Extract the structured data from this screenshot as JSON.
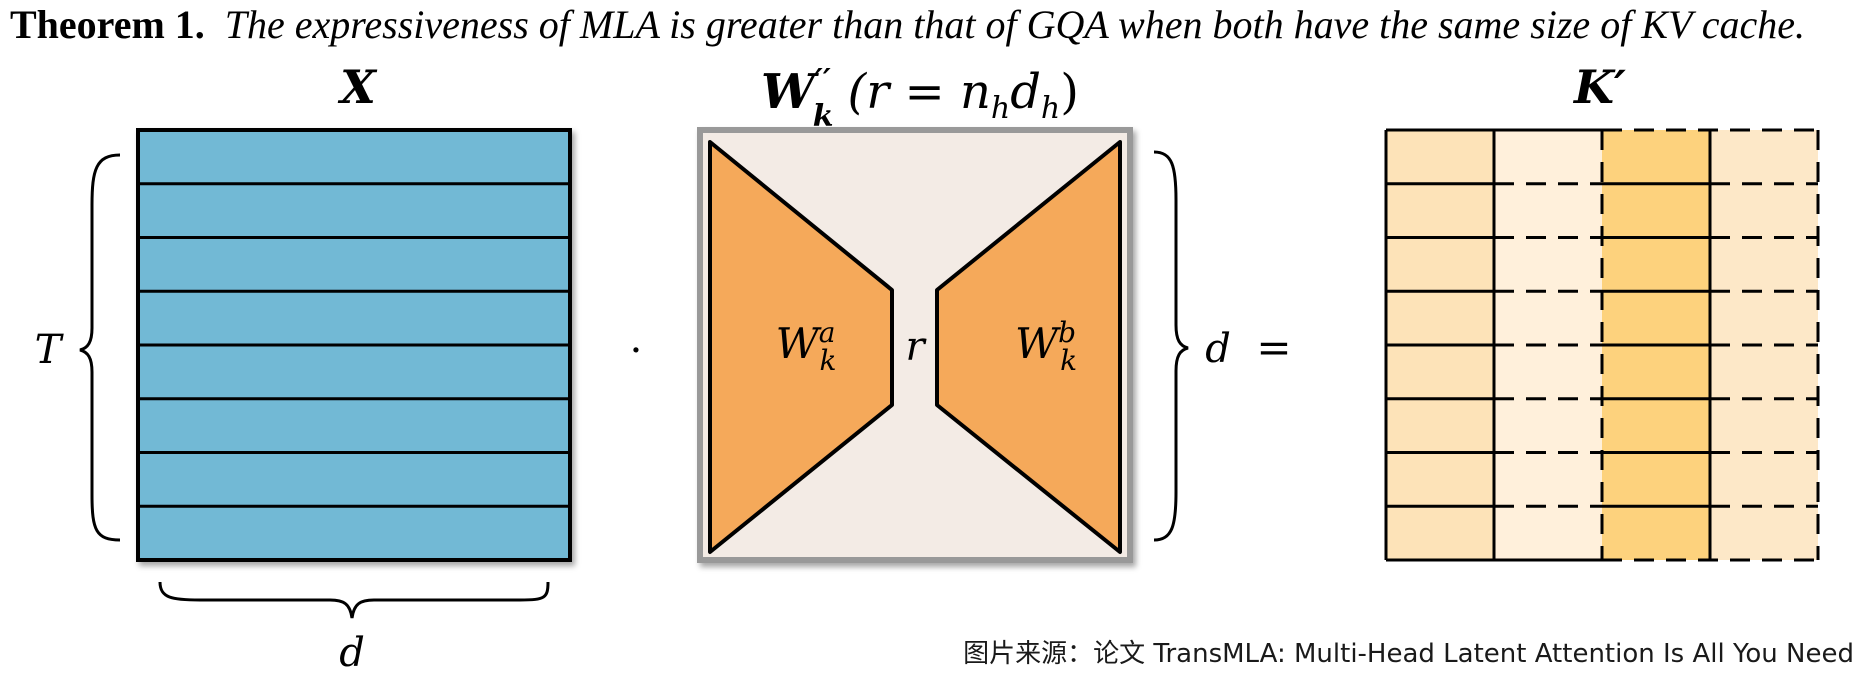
{
  "theorem": {
    "label": "Theorem 1.",
    "statement": "The expressiveness of MLA is greater than that of GQA when both have the same size of KV cache."
  },
  "figure": {
    "x_matrix": {
      "title": "X",
      "row_count": 8,
      "height_label": "T",
      "width_label": "d",
      "fill_color": "#72b9d5"
    },
    "dot_operator": "·",
    "w_matrix": {
      "title_symbol": "W",
      "title_sup": "′′",
      "title_sub": "k",
      "title_rest_open": "(r = n",
      "title_sub_h1": "h",
      "title_mid": "d",
      "title_sub_h2": "h",
      "title_close": ")",
      "left_block": {
        "symbol": "W",
        "sup": "a",
        "sub": "k"
      },
      "right_block": {
        "symbol": "W",
        "sup": "b",
        "sub": "k"
      },
      "rank_label": "r",
      "height_label": "d",
      "background_color": "#f3ebe5",
      "block_color": "#f5a95a"
    },
    "equals_operator": "=",
    "k_matrix": {
      "title": "K′",
      "row_count": 8,
      "column_count": 4,
      "column_colors": [
        "#fde3b8",
        "#fff0db",
        "#fdd27d",
        "#fde8c8"
      ]
    }
  },
  "source_caption": "图片来源：论文 TransMLA: Multi-Head Latent Attention Is All You Need"
}
